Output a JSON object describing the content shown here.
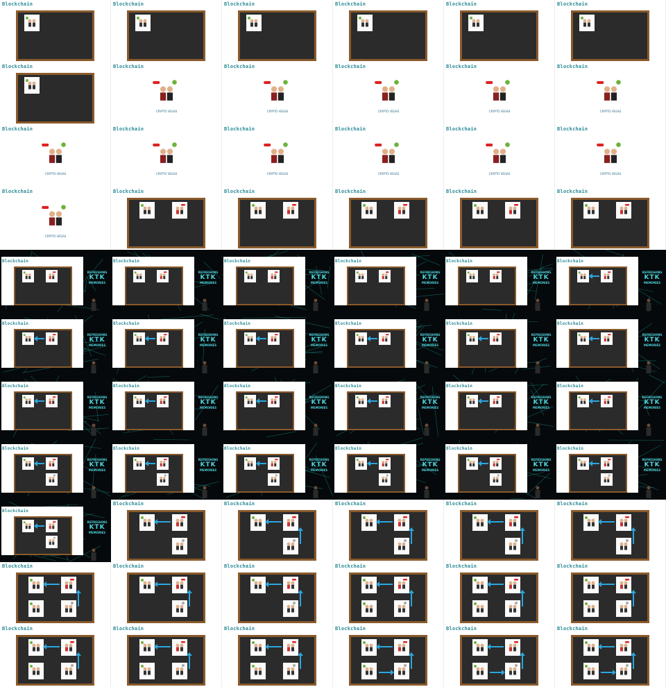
{
  "contact_sheet": {
    "frame_title": "Blockchain",
    "hero_caption": "CRYPTO VEGAS",
    "event_logo_line1": "REFRESHING",
    "event_logo_line2": "KTK",
    "event_logo_line3": "MEMORIES"
  },
  "frames": [
    {
      "kind": "board1"
    },
    {
      "kind": "board1"
    },
    {
      "kind": "board1"
    },
    {
      "kind": "board1"
    },
    {
      "kind": "board1"
    },
    {
      "kind": "board1"
    },
    {
      "kind": "board1"
    },
    {
      "kind": "hero"
    },
    {
      "kind": "hero"
    },
    {
      "kind": "hero"
    },
    {
      "kind": "hero"
    },
    {
      "kind": "hero"
    },
    {
      "kind": "hero"
    },
    {
      "kind": "hero"
    },
    {
      "kind": "hero"
    },
    {
      "kind": "hero"
    },
    {
      "kind": "hero"
    },
    {
      "kind": "hero"
    },
    {
      "kind": "hero"
    },
    {
      "kind": "board2"
    },
    {
      "kind": "board2"
    },
    {
      "kind": "board2"
    },
    {
      "kind": "board2"
    },
    {
      "kind": "board2"
    },
    {
      "kind": "dark2"
    },
    {
      "kind": "dark2"
    },
    {
      "kind": "dark2"
    },
    {
      "kind": "dark2"
    },
    {
      "kind": "dark2"
    },
    {
      "kind": "dark2a"
    },
    {
      "kind": "dark2a"
    },
    {
      "kind": "dark2a"
    },
    {
      "kind": "dark2a"
    },
    {
      "kind": "dark2a"
    },
    {
      "kind": "dark2a"
    },
    {
      "kind": "dark2a"
    },
    {
      "kind": "dark2a"
    },
    {
      "kind": "dark2a"
    },
    {
      "kind": "dark2a"
    },
    {
      "kind": "dark2a"
    },
    {
      "kind": "dark2a"
    },
    {
      "kind": "dark2a"
    },
    {
      "kind": "dark3"
    },
    {
      "kind": "dark3"
    },
    {
      "kind": "dark3"
    },
    {
      "kind": "dark3"
    },
    {
      "kind": "dark3"
    },
    {
      "kind": "dark3"
    },
    {
      "kind": "dark3"
    },
    {
      "kind": "board3"
    },
    {
      "kind": "board3b"
    },
    {
      "kind": "board3b"
    },
    {
      "kind": "board3b"
    },
    {
      "kind": "board3b"
    },
    {
      "kind": "board4"
    },
    {
      "kind": "board3b"
    },
    {
      "kind": "board3b"
    },
    {
      "kind": "board4"
    },
    {
      "kind": "board4"
    },
    {
      "kind": "board4"
    },
    {
      "kind": "board4"
    },
    {
      "kind": "board4"
    },
    {
      "kind": "board4"
    },
    {
      "kind": "board5"
    },
    {
      "kind": "board5"
    },
    {
      "kind": "board5"
    }
  ],
  "colors": {
    "title": "#2a8a95",
    "board": "#2b2b2b",
    "frame_wood": "#8a5a2b",
    "arrow": "#2aa6e0",
    "network_bg": "#05090b",
    "network_line": "#1fa39a"
  }
}
